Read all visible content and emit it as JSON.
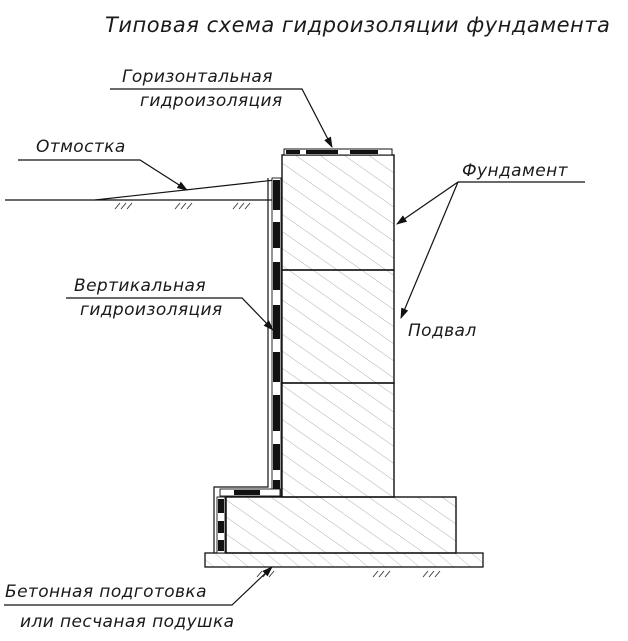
{
  "title": "Типовая схема гидроизоляции фундамента",
  "labels": {
    "horizontal_1": "Горизонтальная",
    "horizontal_2": "гидроизоляция",
    "otmostka": "Отмостка",
    "fundament": "Фундамент",
    "vertical_1": "Вертикальная",
    "vertical_2": "гидроизоляция",
    "podval": "Подвал",
    "base_1": "Бетонная подготовка",
    "base_2": "или песчаная подушка"
  },
  "colors": {
    "line": "#111111",
    "hatch": "#9a9a9a",
    "background": "#ffffff"
  }
}
